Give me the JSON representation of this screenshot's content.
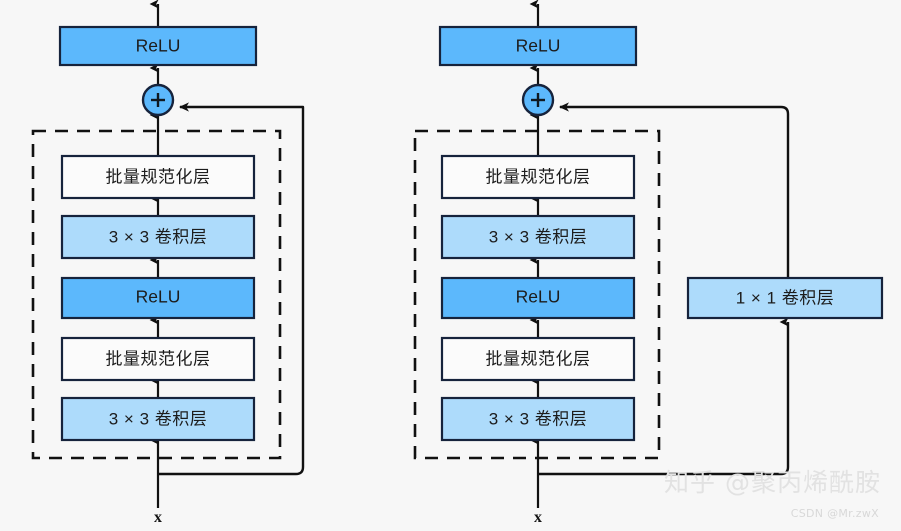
{
  "figure": {
    "background_color": "#f7f7f7",
    "type": "diagram",
    "subject": "ResNet residual blocks"
  },
  "palette": {
    "relu_fill": "#5cb8fc",
    "conv_fill": "#addbfb",
    "plain_fill": "#fbfbfb",
    "box_border": "#16233c",
    "line_color": "#111111",
    "watermark_color": "#e2e2e2"
  },
  "labels": {
    "relu": "ReLU",
    "batch_norm": "批量规范化层",
    "conv3x3": "3 × 3 卷积层",
    "conv1x1": "1 × 1 卷积层",
    "plus": "+",
    "input": "x"
  },
  "blocks": [
    {
      "id": "left-block",
      "name": "residual-block-identity",
      "output_activation": "ReLU",
      "adder": "+",
      "input_label": "x",
      "has_projection_shortcut": false,
      "shortcut_kind": "identity",
      "layers": [
        {
          "label": "批量规范化层",
          "kind": "batch-norm",
          "fill": "#fbfbfb"
        },
        {
          "label": "3 × 3 卷积层",
          "kind": "conv",
          "fill": "#addbfb"
        },
        {
          "label": "ReLU",
          "kind": "relu",
          "fill": "#5cb8fc"
        },
        {
          "label": "批量规范化层",
          "kind": "batch-norm",
          "fill": "#fbfbfb"
        },
        {
          "label": "3 × 3 卷积层",
          "kind": "conv",
          "fill": "#addbfb"
        }
      ]
    },
    {
      "id": "right-block",
      "name": "residual-block-projection",
      "output_activation": "ReLU",
      "adder": "+",
      "input_label": "x",
      "has_projection_shortcut": true,
      "shortcut_kind": "1x1-conv",
      "shortcut_label": "1 × 1 卷积层",
      "layers": [
        {
          "label": "批量规范化层",
          "kind": "batch-norm",
          "fill": "#fbfbfb"
        },
        {
          "label": "3 × 3 卷积层",
          "kind": "conv",
          "fill": "#addbfb"
        },
        {
          "label": "ReLU",
          "kind": "relu",
          "fill": "#5cb8fc"
        },
        {
          "label": "批量规范化层",
          "kind": "batch-norm",
          "fill": "#fbfbfb"
        },
        {
          "label": "3 × 3 卷积层",
          "kind": "conv",
          "fill": "#addbfb"
        }
      ]
    }
  ],
  "watermarks": {
    "zhihu": "知乎 @聚丙烯酰胺",
    "csdn": "CSDN @Mr.zwX"
  }
}
